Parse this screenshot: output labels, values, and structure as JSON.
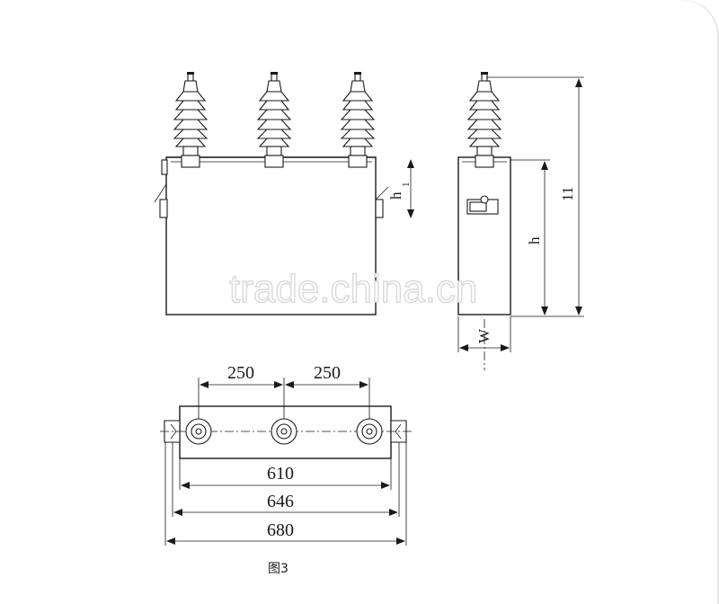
{
  "dimensions": {
    "pitch_left": "250",
    "pitch_right": "250",
    "width_inner": "610",
    "width_mid": "646",
    "width_outer": "680"
  },
  "side_labels": {
    "h1": "h",
    "h1_sub": "1",
    "h": "h",
    "total_height": "11",
    "width": "W"
  },
  "caption": "图3",
  "watermark": "trade.china.cn"
}
